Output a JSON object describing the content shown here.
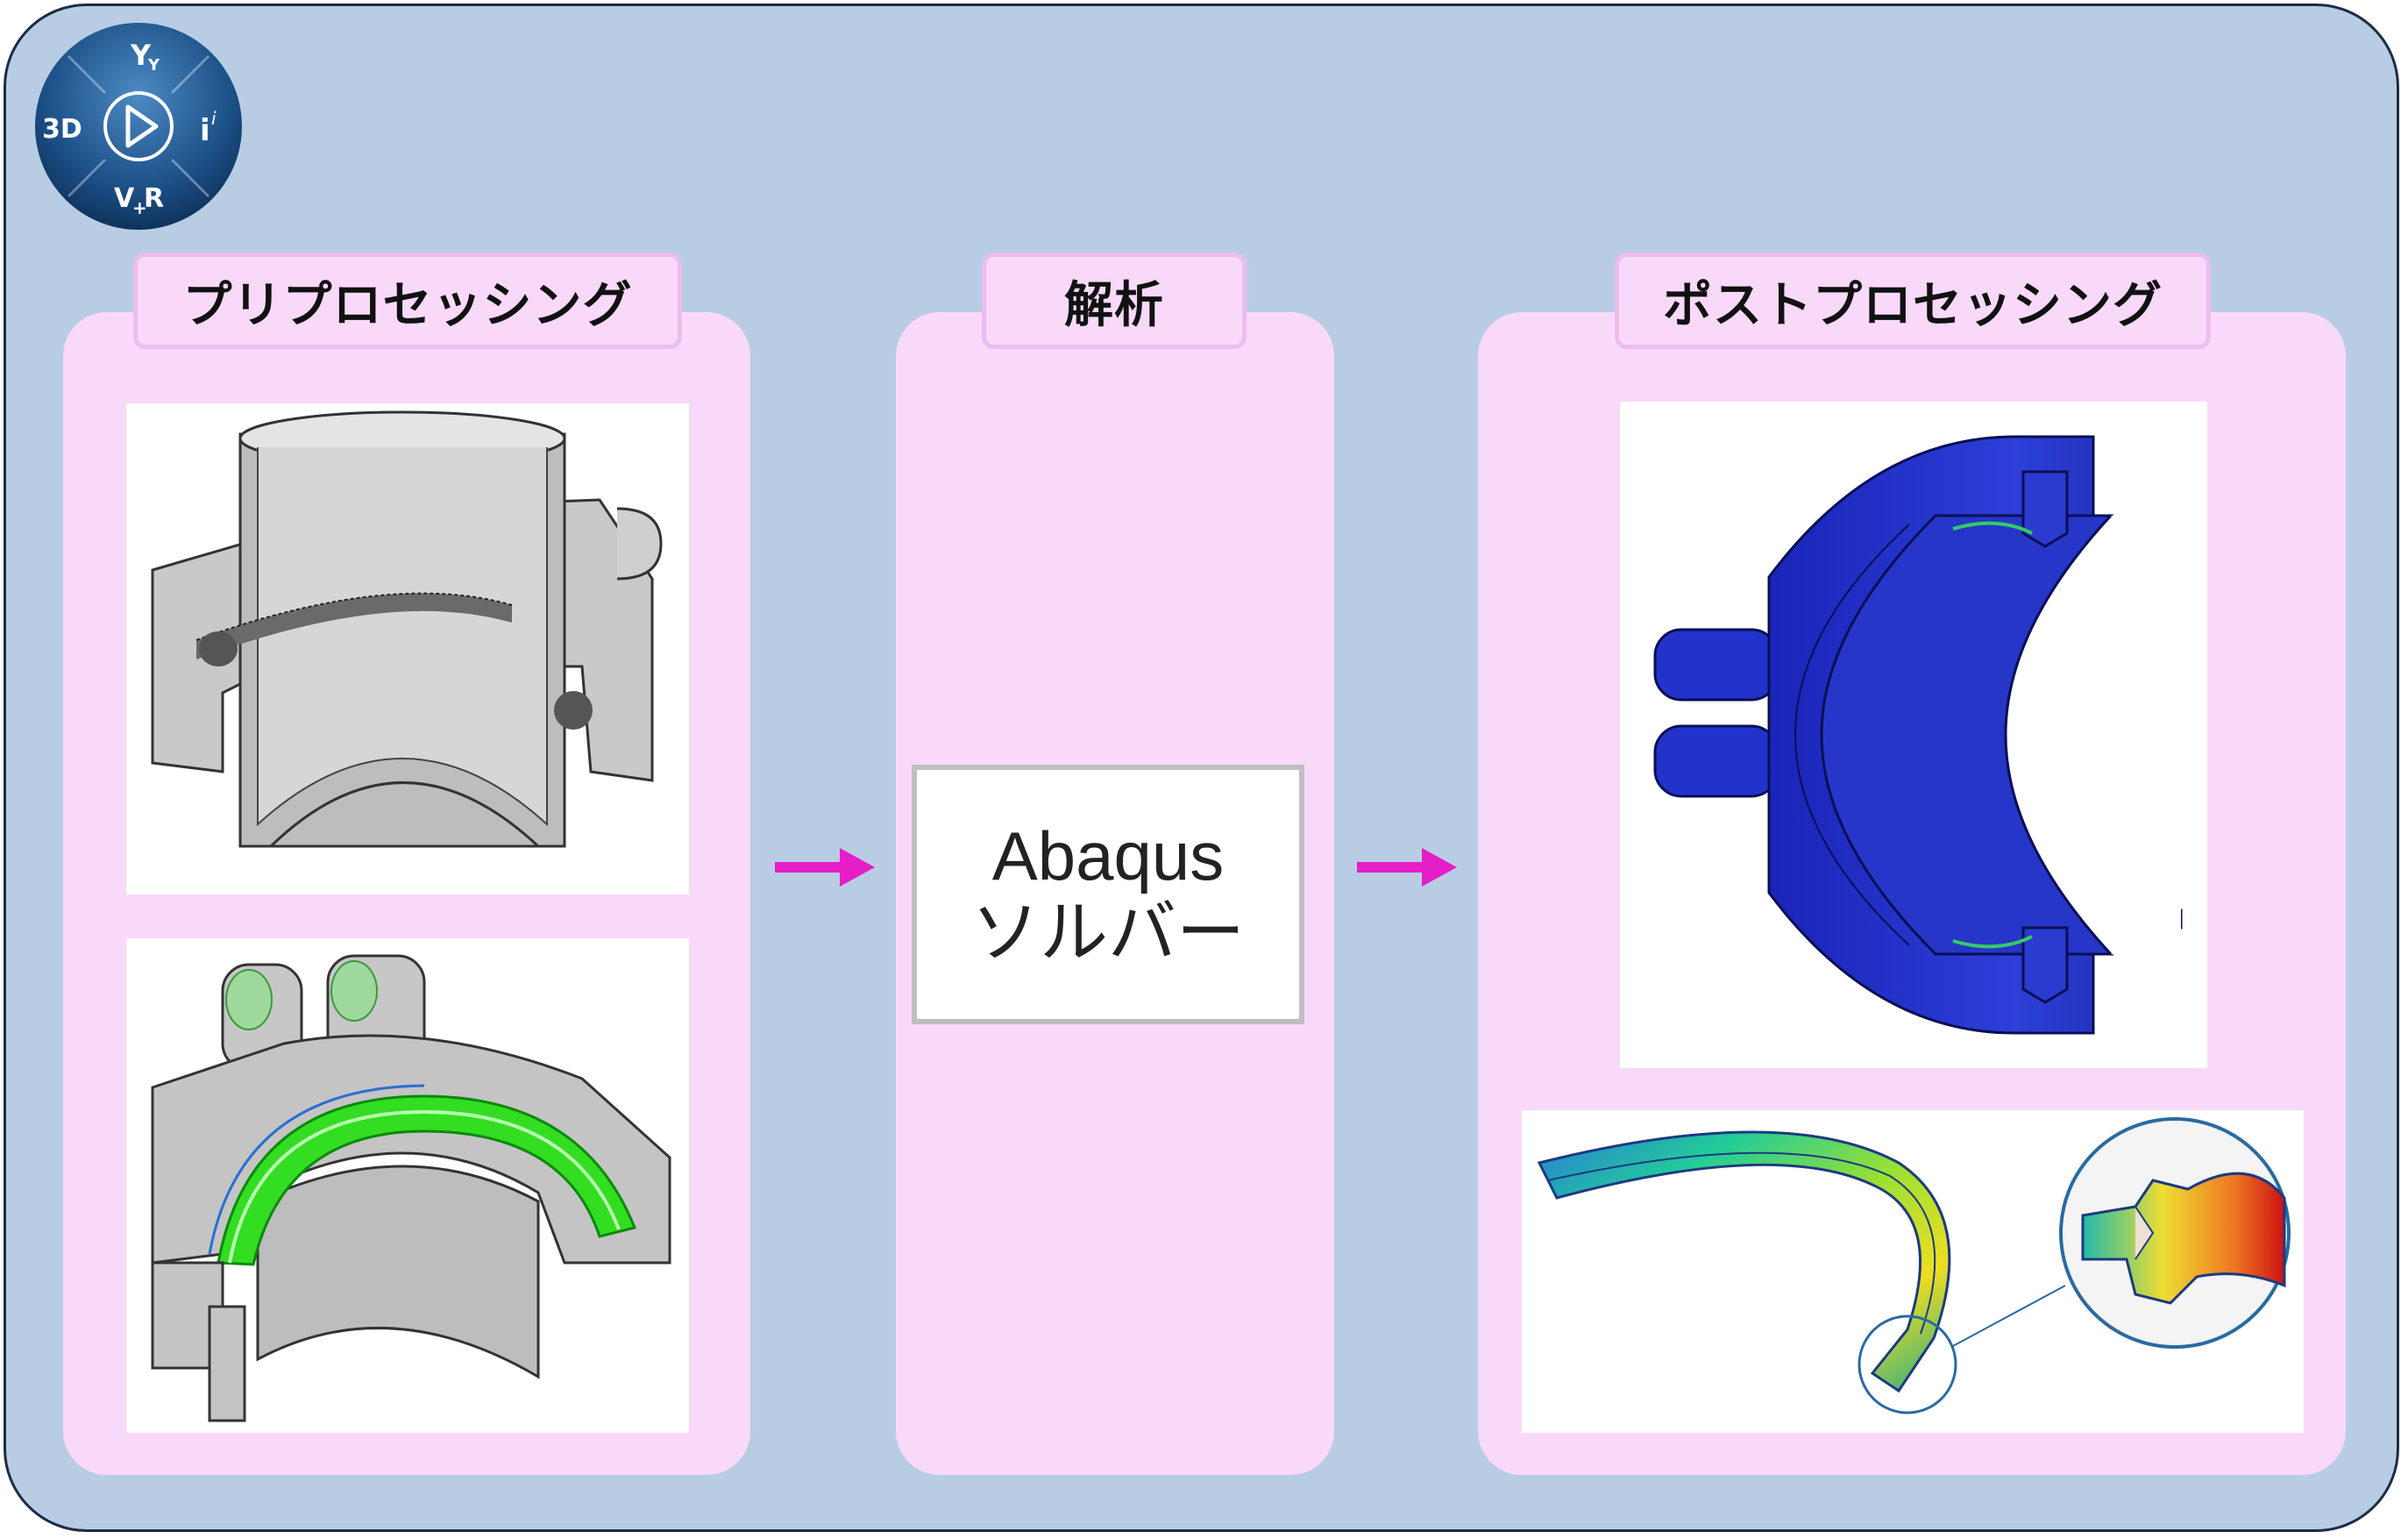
{
  "logo": {
    "label_top": "Y",
    "label_top_sub": "Y",
    "label_left": "3D",
    "label_right": "i",
    "label_right_sup": "i",
    "label_bottom": "V",
    "label_bottom_sub": "+",
    "label_bottom_end": "R",
    "icon": "play-compass-icon"
  },
  "stages": {
    "pre": {
      "title": "プリプロセッシング"
    },
    "analysis": {
      "title": "解析"
    },
    "post": {
      "title": "ポストプロセッシング"
    }
  },
  "solver": {
    "line1": "Abaqus",
    "line2": "ソルバー"
  },
  "colors": {
    "background": "#b8cde4",
    "panel": "#f9d9f9",
    "tab_border": "#ecbdf0",
    "arrow": "#e61ec8",
    "mesh_green": "#33dd22",
    "result_blue": "#2233cc"
  }
}
